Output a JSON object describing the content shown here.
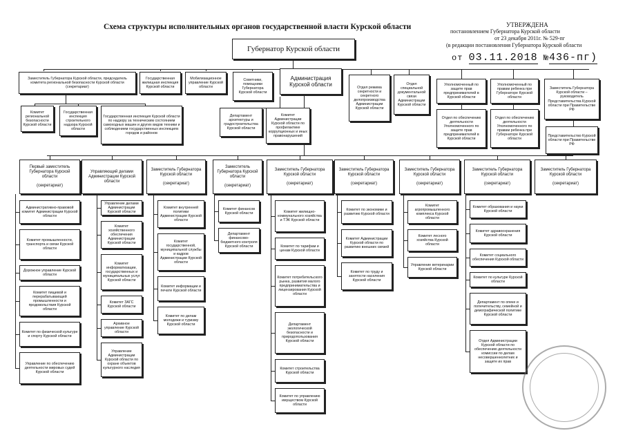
{
  "header": {
    "title": "Схема структуры исполнительных органов государственной власти Курской области",
    "approved": {
      "title": "УТВЕРЖДЕНА",
      "line1": "постановлением Губернатора Курской области",
      "line2": "от 23 декабря 2011г. № 529-пг",
      "line3": "(в редакции постановления Губернатора Курской области",
      "date_prefix": "от",
      "date": "03.11.2018",
      "number_prefix": "№",
      "number": "436-пг)"
    }
  },
  "governor": "Губернатор Курской области",
  "row1": {
    "first_deputy_chair": "Заместитель Губернатора Курской области, председатель комитета региональной безопасности Курской области (секретариат)",
    "housing_inspection": "Государственная жилищная инспекция Курской области",
    "mobilization": "Мобилизационное управление Курской области",
    "advisers": "Советники, помощники Губернатора Курской области",
    "administration": "Администрация Курской области",
    "secrecy_dept": "Отдел режима секретности и секретного делопроизводства Администрации Курской области",
    "special_comm": "Отдел специальной документальной связи Администрации Курской области",
    "business_ombudsman": "Уполномоченный по защите прав предпринимателей в Курской области",
    "child_ombudsman": "Уполномоченный по правам ребенка при Губернаторе Курской области",
    "deputy_rf": "Заместитель Губернатора Курской области – руководитель Представительства Курской области при Правительстве РФ"
  },
  "row2": {
    "regional_security": "Комитет региональной безопасности Курской области",
    "construction_inspection": "Государственная инспекция строительного надзора Курской области",
    "tech_inspection": "Государственная инспекция Курской области по надзору за техническим состоянием самоходных машин и других видов техники и соблюдением государственных инспекциях городов и районов",
    "architecture": "Департамент архитектуры и градостроительства Курской области",
    "anticorruption": "Комитет Администрации Курской области по профилактике коррупционных и иных правонарушений",
    "business_ombudsman_dept": "Отдел по обеспечению деятельности Уполномоченного по защите прав предпринимателей в Курской области",
    "child_ombudsman_dept": "Отдел по обеспечению деятельности Уполномоченного по правам ребенка при Губернаторе Курской области",
    "representation": "Представительство Курской области при Правительстве РФ"
  },
  "columns": [
    {
      "head": "Первый заместитель Губернатора Курской области",
      "sec": "(секретариат)",
      "items": [
        "Административно-правовой комитет Администрации Курской области",
        "Комитет промышленности, транспорта и связи Курской области",
        "Дорожное управление Курской области",
        "Комитет пищевой и перерабатывающей промышленности и продовольствия Курской области",
        "Комитет по физической культуре и спорту Курской области",
        "Управление по обеспечению деятельности мировых судей Курской области"
      ]
    },
    {
      "head": "Управляющий делами Администрации Курской области",
      "sec": "",
      "items": [
        "Управление делами Администрации Курской области",
        "Комитет хозяйственного обеспечения Администрации Курской области",
        "Комитет информатизации, государственных и муниципальных услуг Курской области",
        "Комитет ЗАГС Курской области",
        "Архивное управление Курской области",
        "Управление Администрации Курской области по охране объектов культурного наследия"
      ]
    },
    {
      "head": "Заместитель Губернатора Курской области",
      "sec": "(секретариат)",
      "items": [
        "Комитет внутренней политики Администрации Курской области",
        "Комитет государственной, муниципальной службы и кадров Администрации Курской области",
        "Комитет информации и печати Курской области",
        "Комитет по делам молодежи и туризму Курской области"
      ]
    },
    {
      "head": "Заместитель Губернатора Курской области",
      "sec": "(секретариат)",
      "items": [
        "Комитет финансов Курской области",
        "Департамент финансово-бюджетного контроля Курской области"
      ]
    },
    {
      "head": "Заместитель Губернатора Курской области",
      "sec": "(секретариат)",
      "items": [
        "Комитет жилищно-коммунального хозяйства и ТЭК Курской области",
        "Комитет по тарифам и ценам Курской области",
        "Комитет потребительского рынка, развития малого предпринимательства и лицензирования Курской области",
        "Департамент экологической безопасности и природопользования Курской области",
        "Комитет строительства Курской области",
        "Комитет по управлению имуществом Курской области"
      ]
    },
    {
      "head": "Заместитель Губернатора Курской области",
      "sec": "(секретариат)",
      "items": [
        "Комитет по экономике и развитию Курской области",
        "Комитет Администрации Курской области по развитию внешних связей",
        "Комитет по труду и занятости населения Курской области"
      ]
    },
    {
      "head": "Заместитель Губернатора Курской области",
      "sec": "(секретариат)",
      "items": [
        "Комитет агропромышленного комплекса Курской области",
        "Комитет лесного хозяйства Курской области",
        "Управление ветеринарии Курской области"
      ]
    },
    {
      "head": "Заместитель Губернатора Курской области",
      "sec": "(секретариат)",
      "items": [
        "Комитет образования и науки Курской области",
        "Комитет здравоохранения Курской области",
        "Комитет социального обеспечения Курской области",
        "Комитет по культуре Курской области",
        "Департамент по опеке и попечительству, семейной и демографической политике Курской области",
        "Отдел Администрации Курской области по обеспечению деятельности комиссии по делам несовершеннолетних и защите их прав"
      ]
    },
    {
      "head": "Заместитель Губернатора Курской области",
      "sec": "(секретариат)",
      "items": []
    }
  ]
}
